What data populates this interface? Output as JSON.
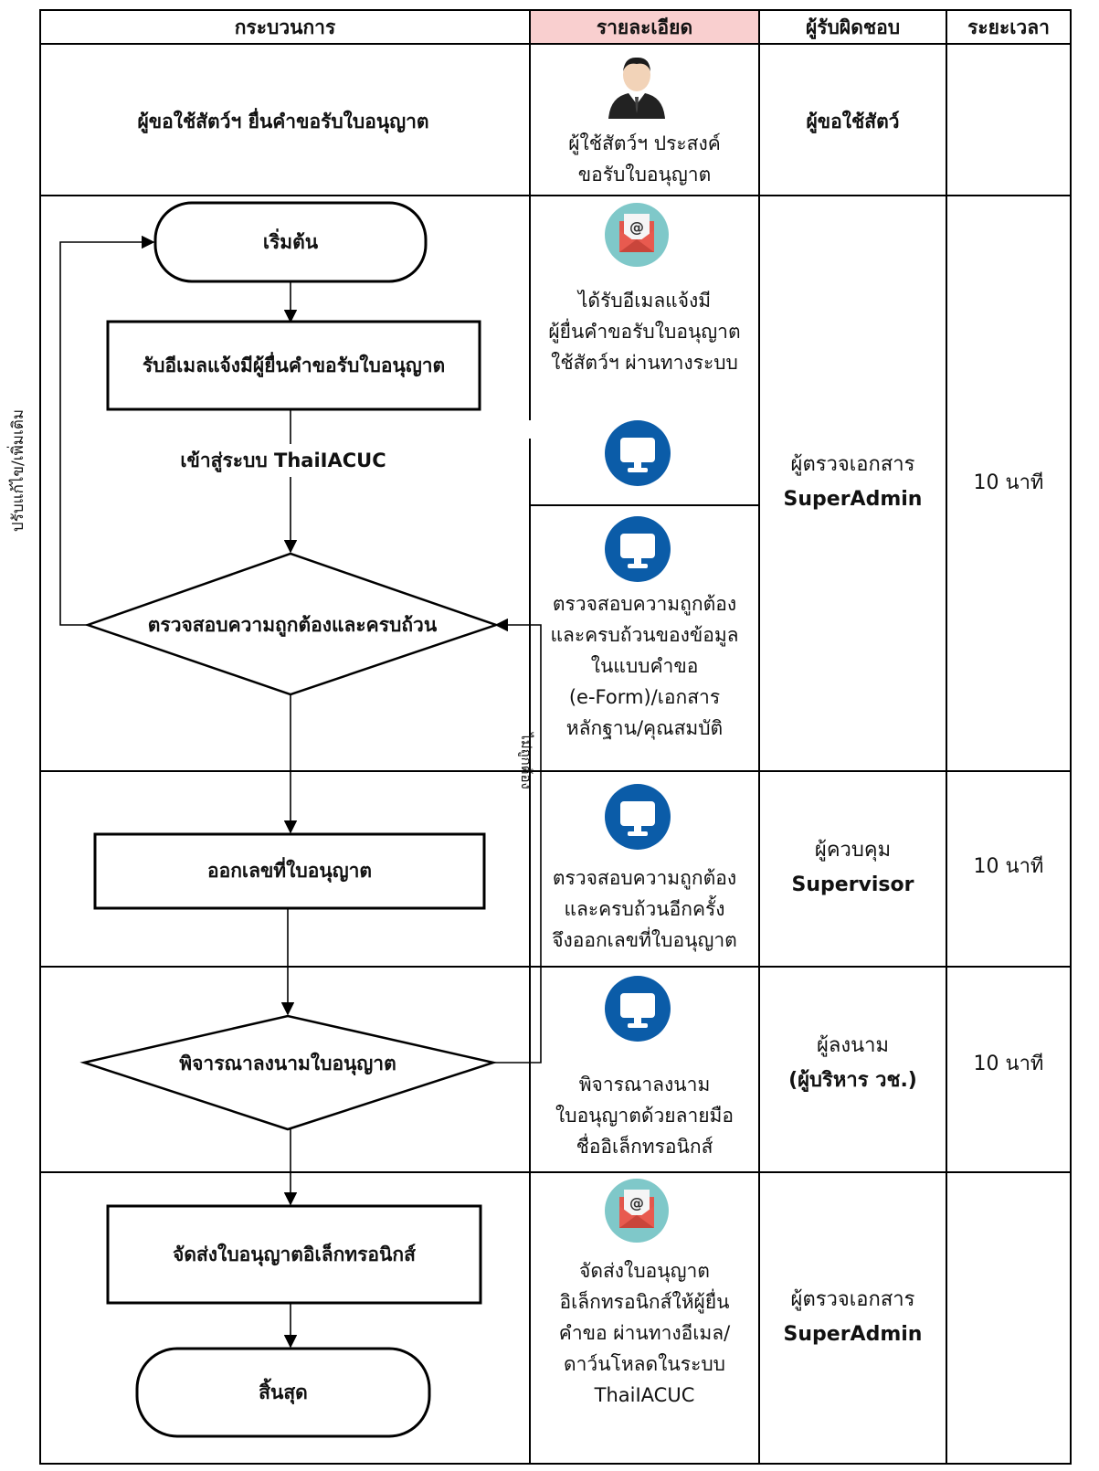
{
  "side_note": "ปรับแก้ไข/เพิ่มเติม",
  "header": {
    "process": "กระบวนการ",
    "detail": "รายละเอียด",
    "responsible": "ผู้รับผิดชอบ",
    "duration": "ระยะเวลา",
    "detail_color": "#F9CFCF"
  },
  "row1": {
    "process": "ผู้ขอใช้สัตว์ฯ ยื่นคำขอรับใบอนุญาต",
    "detail_lines": [
      "ผู้ใช้สัตว์ฯ ประสงค์",
      "ขอรับใบอนุญาต"
    ],
    "responsible": "ผู้ขอใช้สัตว์",
    "icon": "person-icon"
  },
  "flow": {
    "start": "เริ่มต้น",
    "receive_email": "รับอีเมลแจ้งมีผู้ยื่นคำขอรับใบอนุญาต",
    "enter_system": "เข้าสู่ระบบ ThaiIACUC",
    "check": "ตรวจสอบความถูกต้องและครบถ้วน",
    "issue_number": "ออกเลขที่ใบอนุญาต",
    "consider_sign": "พิจารณาลงนามใบอนุญาต",
    "send_license": "จัดส่งใบอนุญาตอิเล็กทรอนิกส์",
    "end": "สิ้นสุด",
    "not_correct": "ไม่ถูกต้อง"
  },
  "details": {
    "email_lines": [
      "ได้รับอีเมลแจ้งมี",
      "ผู้ยื่นคำขอรับใบอนุญาต",
      "ใช้สัตว์ฯ ผ่านทางระบบ"
    ],
    "check_lines": [
      "ตรวจสอบความถูกต้อง",
      "และครบถ้วนของข้อมูล",
      "ในแบบคำขอ",
      "(e-Form)/เอกสาร",
      "หลักฐาน/คุณสมบัติ"
    ],
    "issue_lines": [
      "ตรวจสอบความถูกต้อง",
      "และครบถ้วนอีกครั้ง",
      "จึงออกเลขที่ใบอนุญาต"
    ],
    "sign_lines": [
      "พิจารณาลงนาม",
      "ใบอนุญาตด้วยลายมือ",
      "ชื่ออิเล็กทรอนิกส์"
    ],
    "send_lines": [
      "จัดส่งใบอนุญาต",
      "อิเล็กทรอนิกส์ให้ผู้ยื่น",
      "คำขอ ผ่านทางอีเมล/",
      "ดาว์นโหลดในระบบ",
      "ThaiIACUC"
    ]
  },
  "responsible": {
    "checker_title": "ผู้ตรวจเอกสาร",
    "checker_role": "SuperAdmin",
    "supervisor_title": "ผู้ควบคุม",
    "supervisor_role": "Supervisor",
    "signer_title": "ผู้ลงนาม",
    "signer_role": "(ผู้บริหาร วช.)",
    "sender_title": "ผู้ตรวจเอกสาร",
    "sender_role": "SuperAdmin"
  },
  "durations": {
    "check": "10 นาที",
    "issue": "10 นาที",
    "sign": "10 นาที"
  },
  "colors": {
    "icon_blue": "#0B5CA8",
    "email_bg": "#7FC8C9",
    "email_red": "#E2574C"
  }
}
